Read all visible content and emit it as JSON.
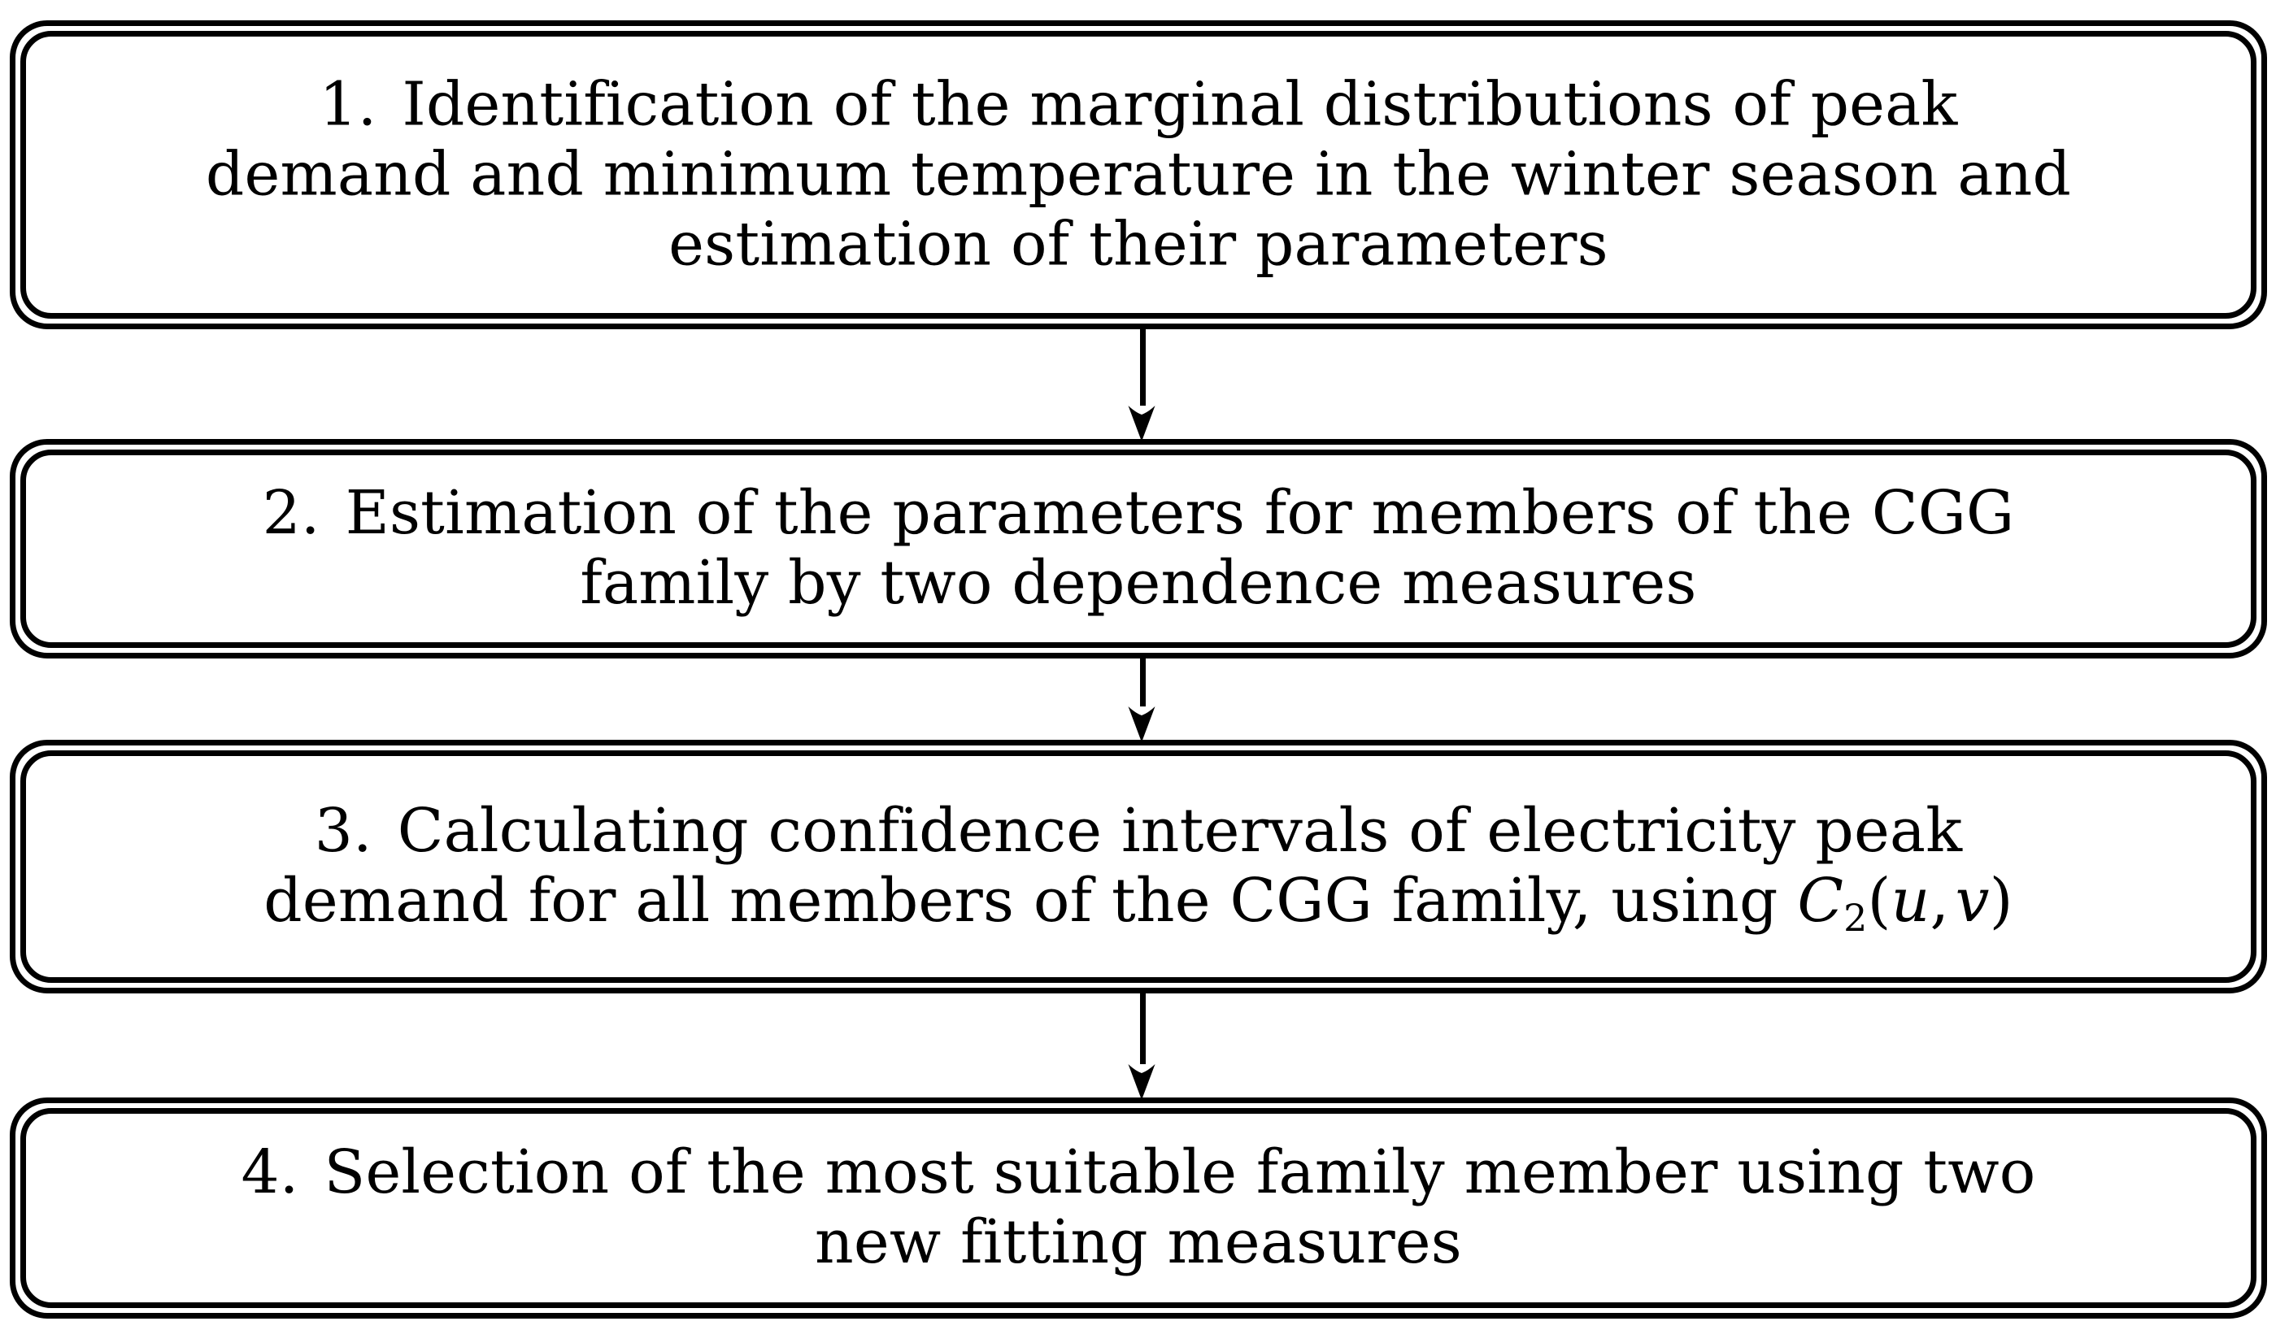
{
  "diagram": {
    "type": "vertical-flowchart",
    "orientation": "top-to-bottom",
    "background_color": "#ffffff",
    "line_color": "#000000",
    "step_count": 4,
    "arrow_count": 3,
    "box_style": "double-rounded-rectangle"
  },
  "steps": [
    {
      "id": "step-1",
      "number": "1.",
      "lines": [
        "Identification of the marginal distributions of peak",
        "demand and minimum temperature in the winter season and",
        "estimation of their parameters"
      ],
      "full_text": "1. Identification of the marginal distributions of peak demand and minimum temperature in the winter season and estimation of their parameters"
    },
    {
      "id": "step-2",
      "number": "2.",
      "lines": [
        "Estimation of the parameters for members of the CGG",
        "family by two dependence measures"
      ],
      "full_text": "2. Estimation of the parameters for members of the CGG family by two dependence measures"
    },
    {
      "id": "step-3",
      "number": "3.",
      "lines": [
        "Calculating confidence intervals of electricity peak",
        "demand for all members of the CGG family, using "
      ],
      "math": {
        "symbol": "C",
        "subscript": "2",
        "open_paren": "(",
        "arg1": "u",
        "separator": ",",
        "arg2": "v",
        "close_paren": ")",
        "plain": "C2(u, v)"
      },
      "full_text": "3. Calculating confidence intervals of electricity peak demand for all members of the CGG family, using C2(u, v)"
    },
    {
      "id": "step-4",
      "number": "4.",
      "lines": [
        "Selection of the most suitable family member using two",
        "new fitting measures"
      ],
      "full_text": "4. Selection of the most suitable family member using two new fitting measures"
    }
  ],
  "arrows": [
    {
      "id": "arrow-1",
      "from": "step-1",
      "to": "step-2",
      "direction": "down"
    },
    {
      "id": "arrow-2",
      "from": "step-2",
      "to": "step-3",
      "direction": "down"
    },
    {
      "id": "arrow-3",
      "from": "step-3",
      "to": "step-4",
      "direction": "down"
    }
  ]
}
